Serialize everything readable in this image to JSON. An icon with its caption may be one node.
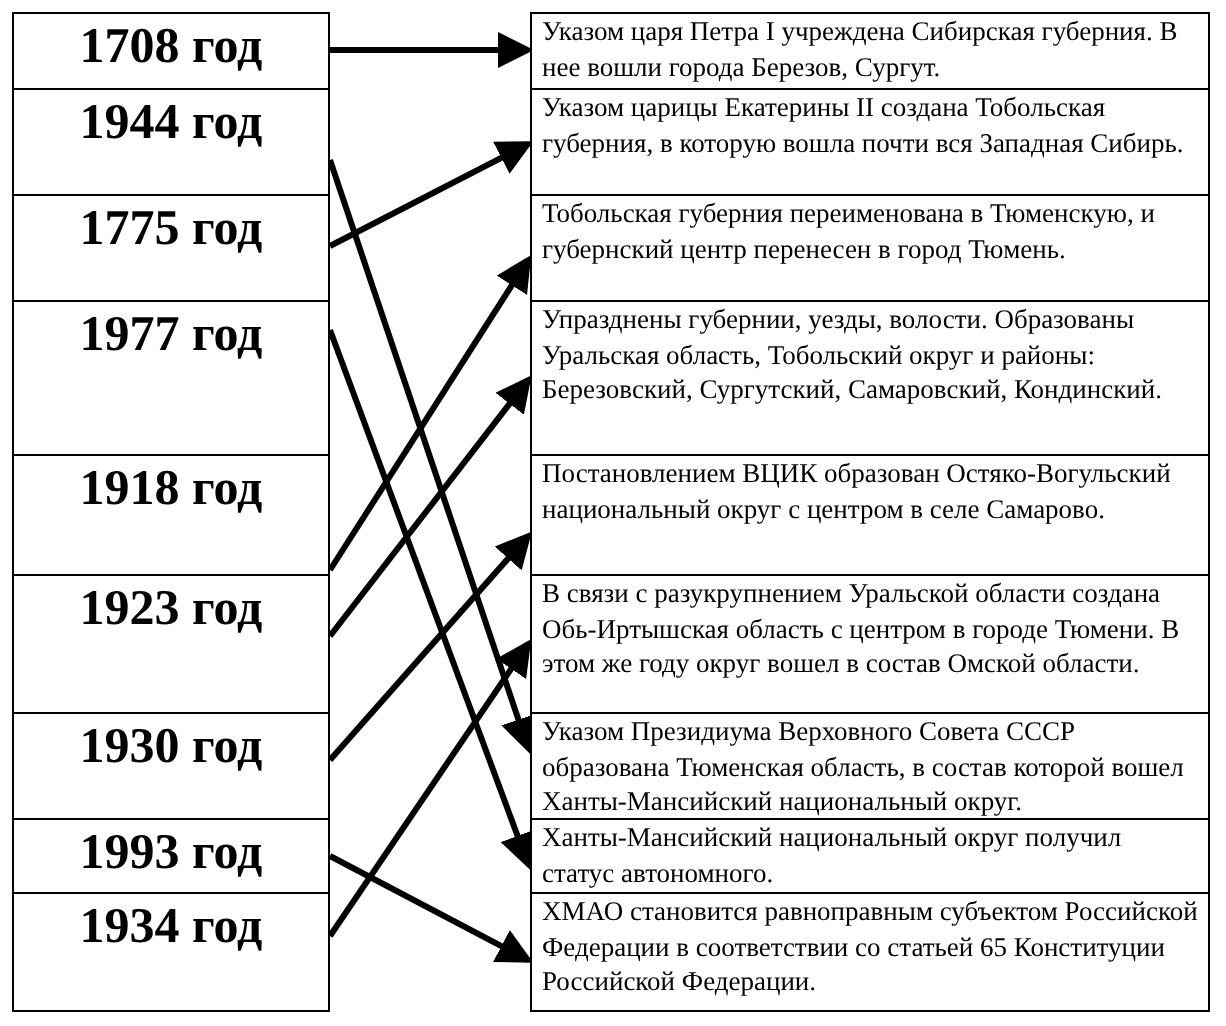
{
  "diagram": {
    "nodes": [
      {
        "text": [
          "1708 год"
        ]
      },
      {
        "text": [
          "1944 год"
        ]
      },
      {
        "text": [
          "1775 год"
        ]
      },
      {
        "text": [
          "1977 год"
        ]
      },
      {
        "text": [
          "1918 год"
        ]
      },
      {
        "text": [
          "1923 год"
        ]
      },
      {
        "text": [
          "1930 год"
        ]
      },
      {
        "text": [
          "1993 год"
        ]
      },
      {
        "text": [
          "1934 год"
        ]
      },
      {
        "text": [
          "Указом царя Петра I учреждена Сибирская губерния. В нее вошли города Березов, Сургут."
        ]
      },
      {
        "text": [
          "Указом царицы Екатерины II создана Тобольская губерния, в которую вошла почти вся Западная Сибирь."
        ]
      },
      {
        "text": [
          "Тобольская губерния переименована в Тюменскую, и губернский центр перенесен в город Тюмень."
        ]
      },
      {
        "text": [
          "Упразднены губернии, уезды, волости. Образованы Уральская область, Тобольский округ и районы: Березовский, Сургутский, Самаровский, Кондинский."
        ]
      },
      {
        "text": [
          "Постановлением ВЦИК образован Остяко-Вогульский национальный округ с центром в селе Самарово."
        ]
      },
      {
        "text": [
          "В связи с разукрупнением Уральской области создана Обь-Иртышская область с центром в городе Тюмени. В этом же году округ вошел в состав Омской области."
        ]
      },
      {
        "text": [
          "Указом Президиума Верховного Совета СССР образована Тюменская область, в состав которой вошел Ханты-Мансийский национальный округ."
        ]
      },
      {
        "text": [
          "Ханты-Мансийский национальный округ получил статус автономного."
        ]
      },
      {
        "text": [
          "ХМАО  становится равноправным субъектом Российской Федерации в соответствии со статьей 65 Конституции Российской Федерации."
        ]
      }
    ],
    "edges": [
      {
        "from": 0,
        "to": 9,
        "arrow": "to"
      },
      {
        "from": 2,
        "to": 10,
        "arrow": "to"
      },
      {
        "from": 4,
        "to": 11,
        "arrow": "to"
      },
      {
        "from": 5,
        "to": 12,
        "arrow": "to"
      },
      {
        "from": 6,
        "to": 13,
        "arrow": "to"
      },
      {
        "from": 8,
        "to": 14,
        "arrow": "to"
      },
      {
        "from": 1,
        "to": 15,
        "arrow": "to"
      },
      {
        "from": 3,
        "to": 16,
        "arrow": "to"
      },
      {
        "from": 7,
        "to": 17,
        "arrow": "to"
      }
    ]
  }
}
